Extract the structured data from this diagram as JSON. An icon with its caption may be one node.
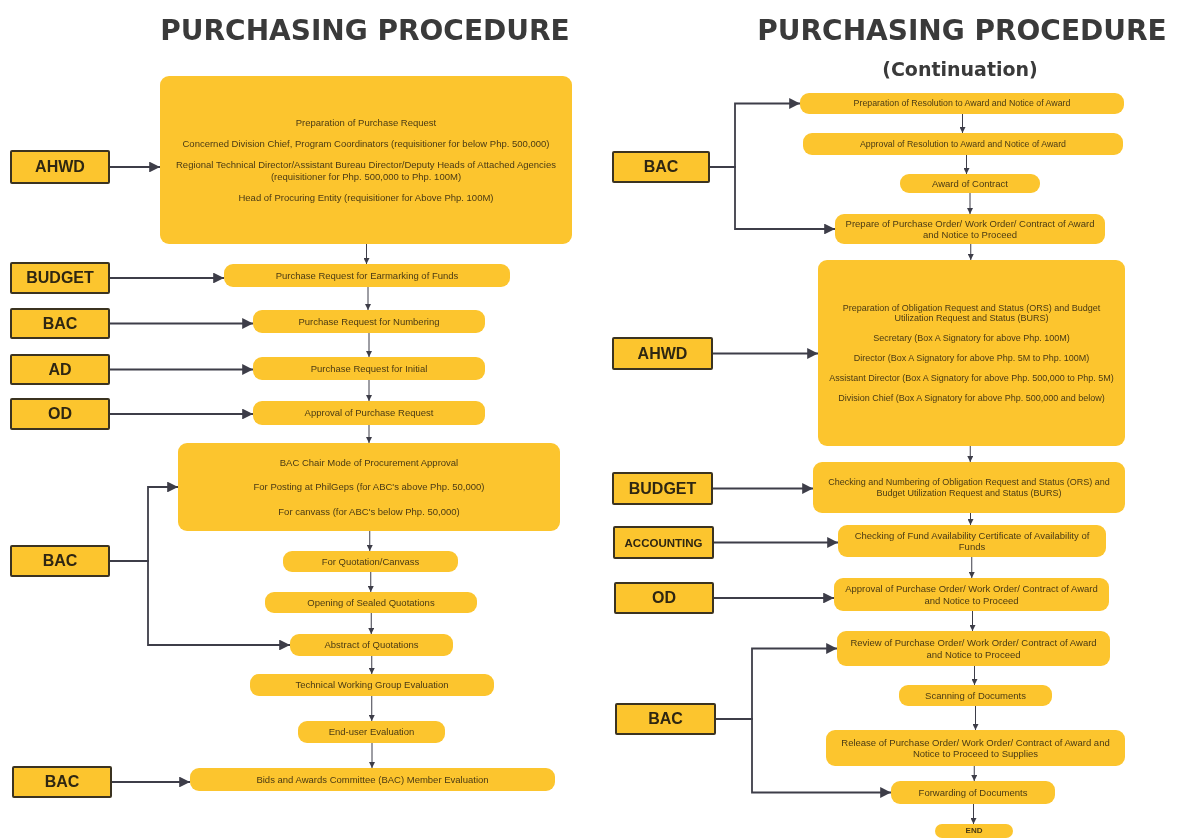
{
  "diagram": {
    "title": "PURCHASING PROCEDURE",
    "nodes": [
      {
        "text": [
          "AHWD"
        ]
      },
      {
        "text": [
          "Preparation of Purchase Request",
          "Concerned Division Chief, Program Coordinators (requisitioner for below Php. 500,000)",
          "Regional Technical Director/Assistant Bureau Director/Deputy Heads of Attached Agencies (requisitioner for Php. 500,000 to Php. 100M)",
          "Head of Procuring Entity (requisitioner for Above Php. 100M)"
        ]
      },
      {
        "text": [
          "BUDGET"
        ]
      },
      {
        "text": [
          "Purchase Request for Earmarking of Funds"
        ]
      },
      {
        "text": [
          "BAC"
        ]
      },
      {
        "text": [
          "Purchase Request for Numbering"
        ]
      },
      {
        "text": [
          "AD"
        ]
      },
      {
        "text": [
          "Purchase Request for Initial"
        ]
      },
      {
        "text": [
          "OD"
        ]
      },
      {
        "text": [
          "Approval of Purchase Request"
        ]
      },
      {
        "text": [
          "BAC"
        ]
      },
      {
        "text": [
          "BAC Chair Mode of Procurement Approval",
          "For Posting at PhilGeps (for ABC's above Php. 50,000)",
          "For canvass (for ABC's below Php. 50,000)"
        ]
      },
      {
        "text": [
          "For Quotation/Canvass"
        ]
      },
      {
        "text": [
          "Opening of Sealed Quotations"
        ]
      },
      {
        "text": [
          "Abstract of Quotations"
        ]
      },
      {
        "text": [
          "Technical Working Group Evaluation"
        ]
      },
      {
        "text": [
          "End-user Evaluation"
        ]
      },
      {
        "text": [
          "BAC"
        ]
      },
      {
        "text": [
          "Bids and Awards Committee (BAC) Member Evaluation"
        ]
      },
      {
        "text": [
          "BAC"
        ]
      },
      {
        "text": [
          "Preparation of Resolution to Award and Notice of Award"
        ]
      },
      {
        "text": [
          "Approval of Resolution to Award and Notice of Award"
        ]
      },
      {
        "text": [
          "Award of Contract"
        ]
      },
      {
        "text": [
          "Prepare of Purchase Order/ Work Order/ Contract of Award and Notice to Proceed"
        ]
      },
      {
        "text": [
          "AHWD"
        ]
      },
      {
        "text": [
          "Preparation of Obligation Request and Status (ORS) and Budget Utilization Request and Status (BURS)",
          "Secretary (Box A Signatory for above Php. 100M)",
          "Director (Box A Signatory for above Php. 5M to Php. 100M)",
          "Assistant Director (Box A Signatory for above Php. 500,000 to Php. 5M)",
          "Division Chief (Box A Signatory for above Php. 500,000 and below)"
        ]
      },
      {
        "text": [
          "BUDGET"
        ]
      },
      {
        "text": [
          "Checking and Numbering of Obligation Request and Status (ORS) and Budget Utilization Request and Status (BURS)"
        ]
      },
      {
        "text": [
          "ACCOUNTING"
        ]
      },
      {
        "text": [
          "Checking of Fund Availability Certificate of Availability of Funds"
        ]
      },
      {
        "text": [
          "OD"
        ]
      },
      {
        "text": [
          "Approval of Purchase Order/ Work Order/ Contract of Award and Notice to Proceed"
        ]
      },
      {
        "text": [
          "BAC"
        ]
      },
      {
        "text": [
          "Review of Purchase Order/ Work Order/ Contract of Award and Notice to Proceed"
        ]
      },
      {
        "text": [
          "Scanning of Documents"
        ]
      },
      {
        "text": [
          "Release of Purchase Order/ Work Order/ Contract of Award and Notice to Proceed to Supplies"
        ]
      },
      {
        "text": [
          "Forwarding of Documents"
        ]
      },
      {
        "text": [
          "END"
        ]
      }
    ],
    "edges": [
      {
        "from": 0,
        "to": 1,
        "arrow": "to"
      },
      {
        "from": 1,
        "to": 3,
        "arrow": "to"
      },
      {
        "from": 2,
        "to": 3,
        "arrow": "to"
      },
      {
        "from": 3,
        "to": 5,
        "arrow": "to"
      },
      {
        "from": 4,
        "to": 5,
        "arrow": "to"
      },
      {
        "from": 5,
        "to": 7,
        "arrow": "to"
      },
      {
        "from": 6,
        "to": 7,
        "arrow": "to"
      },
      {
        "from": 7,
        "to": 9,
        "arrow": "to"
      },
      {
        "from": 8,
        "to": 9,
        "arrow": "to"
      },
      {
        "from": 9,
        "to": 11,
        "arrow": "to"
      },
      {
        "from": 10,
        "to": 11,
        "arrow": "to"
      },
      {
        "from": 10,
        "to": 14,
        "arrow": "to"
      },
      {
        "from": 11,
        "to": 12,
        "arrow": "to"
      },
      {
        "from": 12,
        "to": 13,
        "arrow": "to"
      },
      {
        "from": 13,
        "to": 14,
        "arrow": "to"
      },
      {
        "from": 14,
        "to": 15,
        "arrow": "to"
      },
      {
        "from": 15,
        "to": 16,
        "arrow": "to"
      },
      {
        "from": 16,
        "to": 18,
        "arrow": "to"
      },
      {
        "from": 17,
        "to": 18,
        "arrow": "to"
      },
      {
        "from": 19,
        "to": 20,
        "arrow": "to"
      },
      {
        "from": 19,
        "to": 23,
        "arrow": "to"
      },
      {
        "from": 20,
        "to": 21,
        "arrow": "to"
      },
      {
        "from": 21,
        "to": 22,
        "arrow": "to"
      },
      {
        "from": 22,
        "to": 23,
        "arrow": "to"
      },
      {
        "from": 23,
        "to": 25,
        "arrow": "to"
      },
      {
        "from": 24,
        "to": 25,
        "arrow": "to"
      },
      {
        "from": 25,
        "to": 27,
        "arrow": "to"
      },
      {
        "from": 26,
        "to": 27,
        "arrow": "to"
      },
      {
        "from": 27,
        "to": 29,
        "arrow": "to"
      },
      {
        "from": 28,
        "to": 29,
        "arrow": "to"
      },
      {
        "from": 29,
        "to": 31,
        "arrow": "to"
      },
      {
        "from": 30,
        "to": 31,
        "arrow": "to"
      },
      {
        "from": 31,
        "to": 33,
        "arrow": "to"
      },
      {
        "from": 32,
        "to": 33,
        "arrow": "to"
      },
      {
        "from": 32,
        "to": 36,
        "arrow": "to"
      },
      {
        "from": 33,
        "to": 34,
        "arrow": "to"
      },
      {
        "from": 34,
        "to": 35,
        "arrow": "to"
      },
      {
        "from": 35,
        "to": 36,
        "arrow": "to"
      },
      {
        "from": 36,
        "to": 37,
        "arrow": "to"
      }
    ],
    "labels": [
      "PURCHASING PROCEDURE",
      "(Continuation)"
    ]
  }
}
